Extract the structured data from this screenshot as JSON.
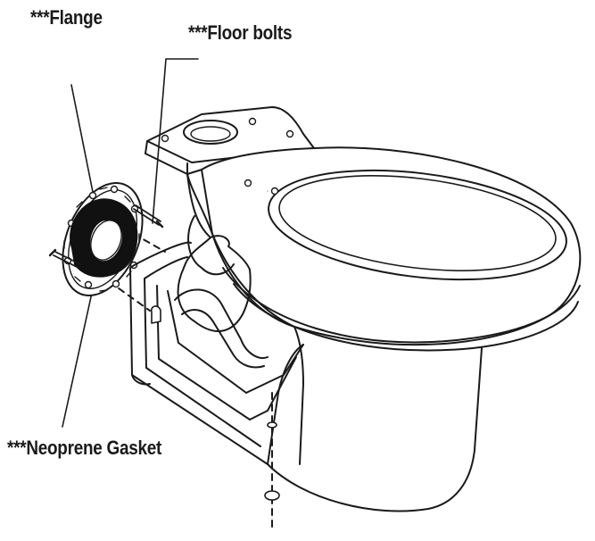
{
  "labels": {
    "flange": "***Flange",
    "floor_bolts": "***Floor bolts",
    "neoprene_gasket": "***Neoprene Gasket"
  },
  "colors": {
    "line": "#1a1a1a",
    "gasket": "#111111",
    "background": "#ffffff"
  }
}
